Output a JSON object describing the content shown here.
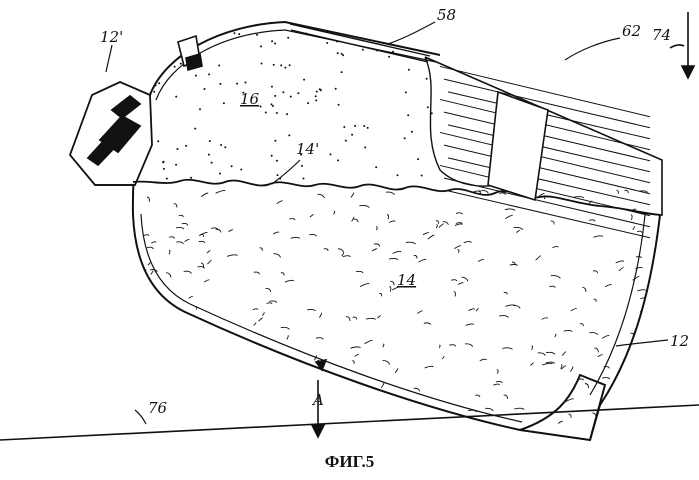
{
  "figure": {
    "caption": "ФИГ.5",
    "labels": {
      "ref_58": "58",
      "ref_74": "74",
      "ref_12_prime": "12'",
      "ref_62": "62",
      "ref_16": "16",
      "ref_14_prime": "14'",
      "ref_14": "14",
      "ref_12": "12",
      "ref_A": "A",
      "ref_76": "76"
    }
  },
  "colors": {
    "ink": "#111111",
    "paper": "#ffffff"
  }
}
